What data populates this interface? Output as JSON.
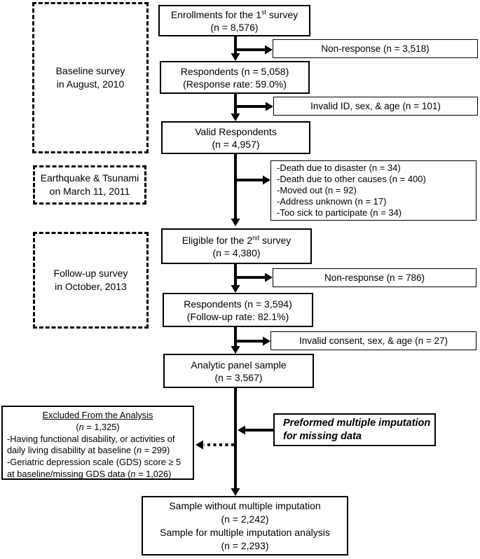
{
  "colors": {
    "ink": "#000000",
    "background": "#ffffff"
  },
  "panels": {
    "baseline": {
      "line1": "Baseline survey",
      "line2": "in August, 2010"
    },
    "earthquake": {
      "line1": "Earthquake & Tsunami",
      "line2": "on March 11, 2011"
    },
    "followup": {
      "line1": "Follow-up survey",
      "line2": "in October, 2013"
    }
  },
  "flow": {
    "enrollments": {
      "l1_pre": "Enrollments for the 1",
      "l1_sup": "st",
      "l1_post": " survey",
      "l2": "(n = 8,576)"
    },
    "respondents1": {
      "l1": "Respondents (n = 5,058)",
      "l2": "(Response rate: 59.0%)"
    },
    "valid": {
      "l1": "Valid Respondents",
      "l2": "(n = 4,957)"
    },
    "eligible": {
      "l1_pre": "Eligible for the 2",
      "l1_sup": "nd",
      "l1_post": " survey",
      "l2": "(n = 4,380)"
    },
    "respondents2": {
      "l1": "Respondents (n = 3,594)",
      "l2": "(Follow-up rate: 82.1%)"
    },
    "analytic": {
      "l1": "Analytic panel sample",
      "l2": "(n = 3,567)"
    },
    "final": {
      "l1": "Sample without multiple imputation",
      "l2": "(n = 2,242)",
      "l3": "Sample for multiple imputation analysis",
      "l4": "(n = 2,293)"
    }
  },
  "side": {
    "nonresponse1": "Non-response (n = 3,518)",
    "invalid1": "Invalid ID, sex, & age (n = 101)",
    "attrition_items": [
      "-Death due to disaster (n = 34)",
      "-Death due to other causes (n = 400)",
      "-Moved out (n = 92)",
      "-Address unknown (n = 17)",
      "-Too sick to participate (n = 34)"
    ],
    "nonresponse2": "Non-response (n = 786)",
    "invalid2": "Invalid consent, sex, & age (n = 27)"
  },
  "excluded": {
    "title": "Excluded From the Analysis",
    "count_pre": "(",
    "count_n": "n",
    "count_post": " = 1,325)",
    "items": [
      {
        "pre": "-Having functional disability, or activities of daily living disability at baseline (",
        "n": "n",
        "post": " = 299)"
      },
      {
        "pre": "-Geriatric depression scale (GDS) score ≥ 5 at baseline/missing GDS data (",
        "n": "n",
        "post": " = 1,026)"
      }
    ]
  },
  "imputation": {
    "l1": "Preformed multiple imputation",
    "l2": "for missing data"
  }
}
